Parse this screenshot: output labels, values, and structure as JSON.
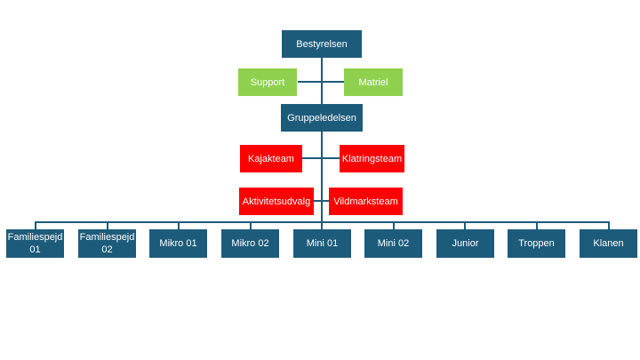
{
  "colors": {
    "primary": "#1d5b7a",
    "support": "#8fd14f",
    "team": "#ff0000",
    "line": "#1d5b7a",
    "text": "#ffffff"
  },
  "nodes": {
    "bestyrelsen": "Bestyrelsen",
    "support": "Support",
    "matriel": "Matriel",
    "gruppeledelsen": "Gruppeledelsen",
    "kajakteam": "Kajakteam",
    "klatringsteam": "Klatringsteam",
    "aktivitetsudvalg": "Aktivitetsudvalg",
    "vildmarksteam": "Vildmarksteam"
  },
  "units": [
    "Familiespejd\n01",
    "Familiespejd\n02",
    "Mikro 01",
    "Mikro 02",
    "Mini 01",
    "Mini 02",
    "Junior",
    "Troppen",
    "Klanen"
  ]
}
